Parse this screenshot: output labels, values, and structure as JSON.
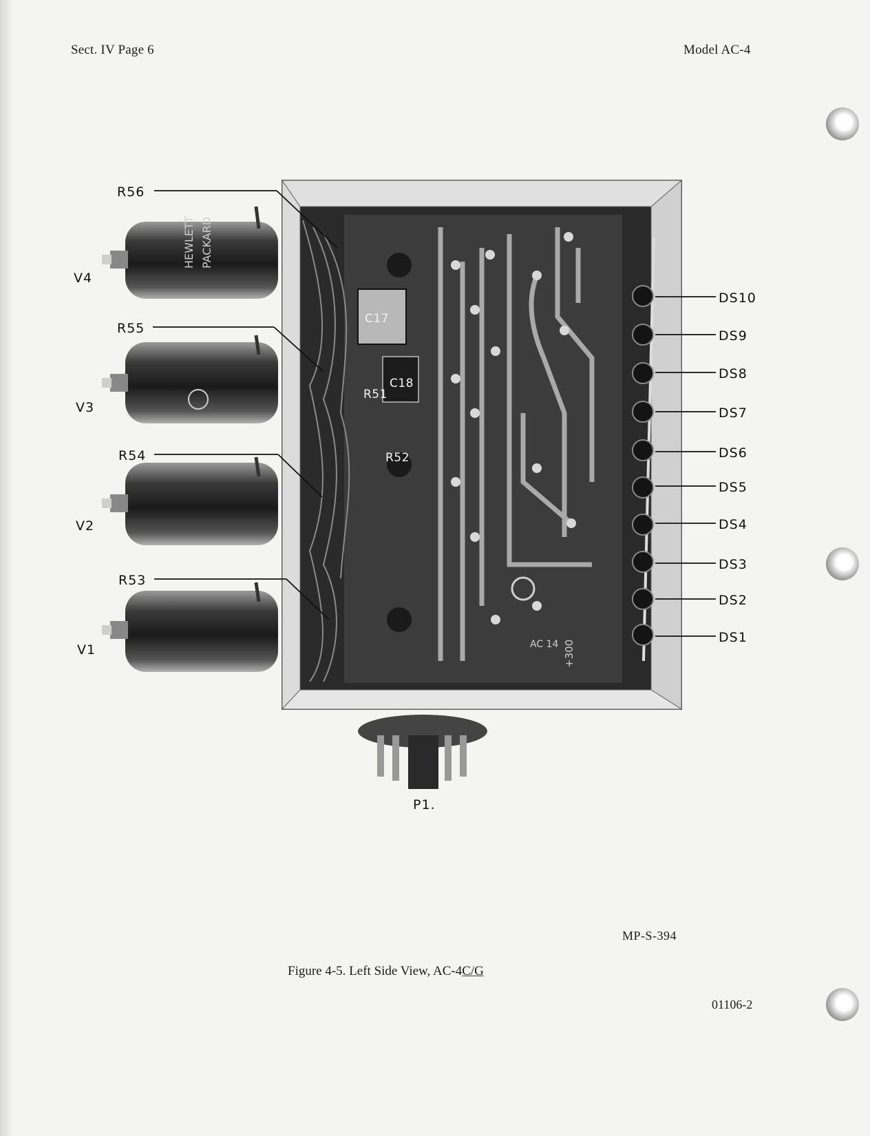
{
  "header": {
    "left": "Sect. IV  Page 6",
    "right": "Model AC-4"
  },
  "labels": {
    "tubes": [
      "V4",
      "V3",
      "V2",
      "V1"
    ],
    "resistors_left": [
      "R56",
      "R55",
      "R54",
      "R53"
    ],
    "components_inner": [
      "C17",
      "C18",
      "R51",
      "R52"
    ],
    "indicators": [
      "DS10",
      "DS9",
      "DS8",
      "DS7",
      "DS6",
      "DS5",
      "DS4",
      "DS3",
      "DS2",
      "DS1"
    ],
    "plug": "P1."
  },
  "caption": {
    "prefix": "Figure 4-5.  Left Side View,  AC-4",
    "suffix": "C/G"
  },
  "photo_number": "MP-S-394",
  "document_number": "01106-2"
}
